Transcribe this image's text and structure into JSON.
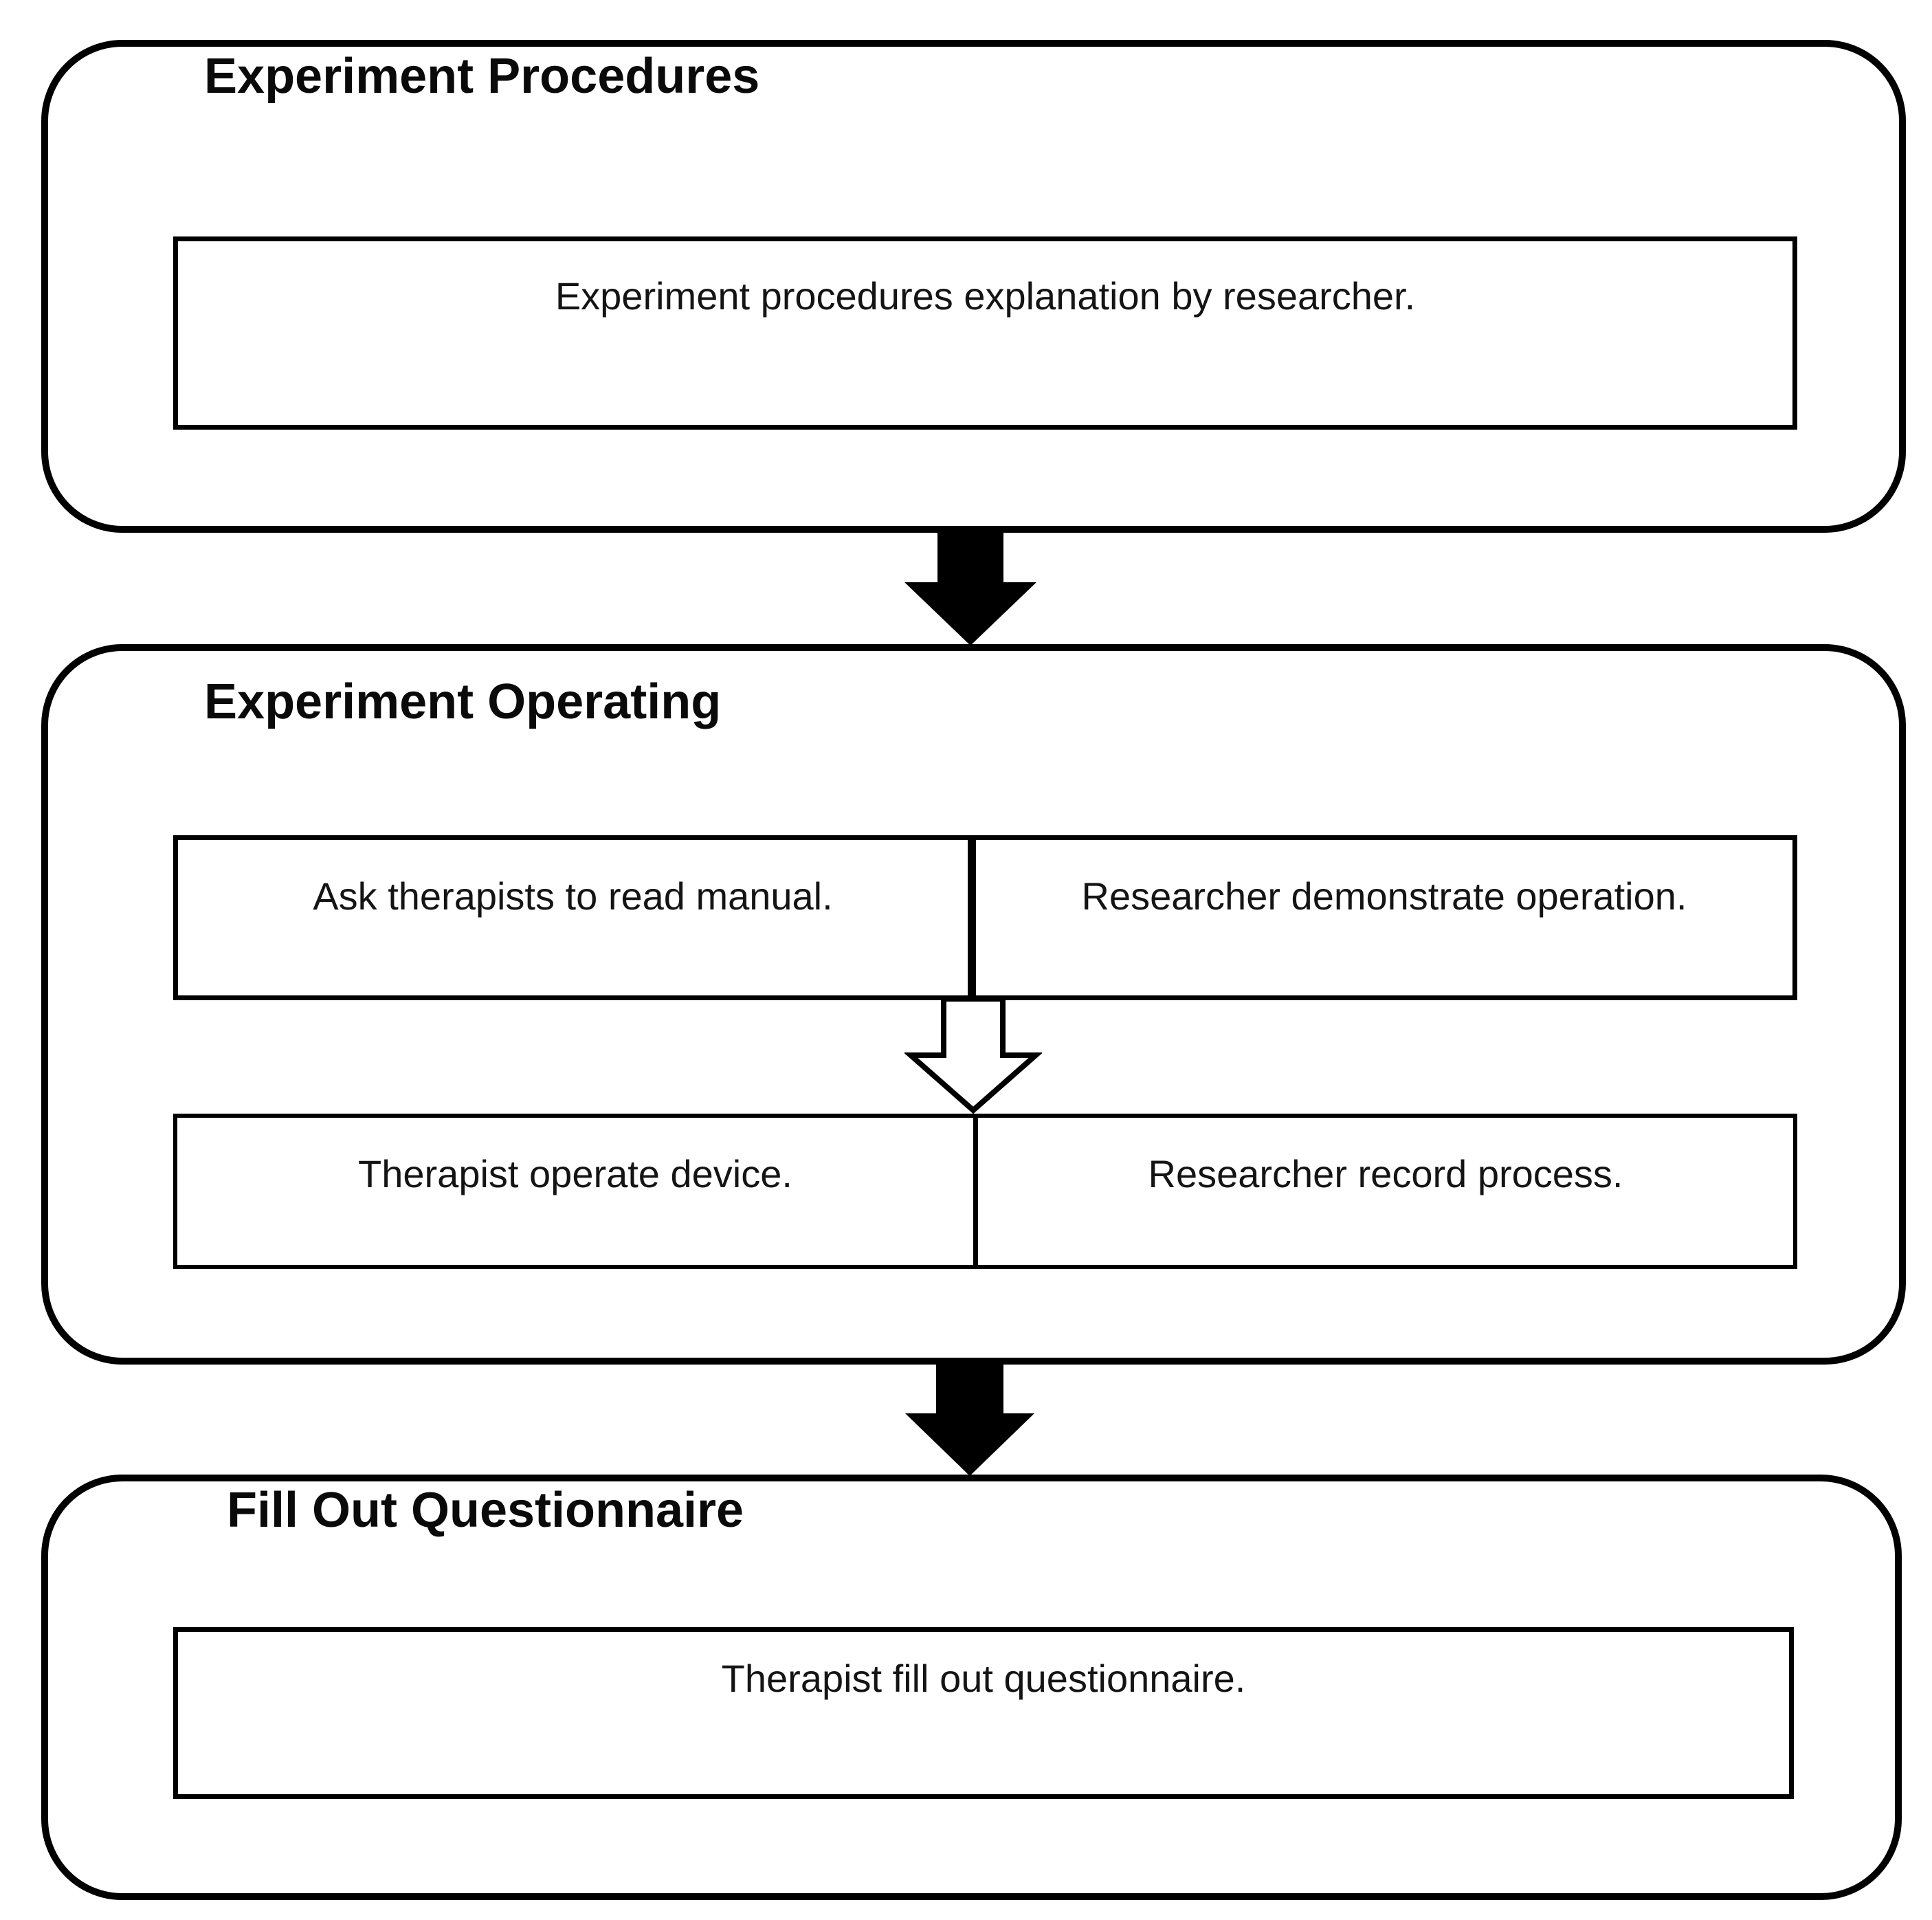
{
  "diagram": {
    "background_color": "#ffffff",
    "line_color": "#000000",
    "sections": {
      "procedures": {
        "title": "Experiment Procedures",
        "step": "Experiment procedures explanation by researcher."
      },
      "operating": {
        "title": "Experiment Operating",
        "row1": [
          {
            "text": "Ask therapists to read manual."
          },
          {
            "text": "Researcher demonstrate operation."
          }
        ],
        "row2": [
          {
            "text": "Therapist operate device."
          },
          {
            "text": "Researcher record process."
          }
        ]
      },
      "questionnaire": {
        "title": "Fill Out Questionnaire",
        "step": "Therapist fill out questionnaire."
      }
    },
    "connectors": [
      {
        "id": "procedures-to-operating",
        "style": "solid-filled",
        "direction": "down"
      },
      {
        "id": "manual-demo-to-operate-record",
        "style": "outline",
        "direction": "down"
      },
      {
        "id": "operating-to-questionnaire",
        "style": "solid-filled",
        "direction": "down"
      }
    ]
  }
}
